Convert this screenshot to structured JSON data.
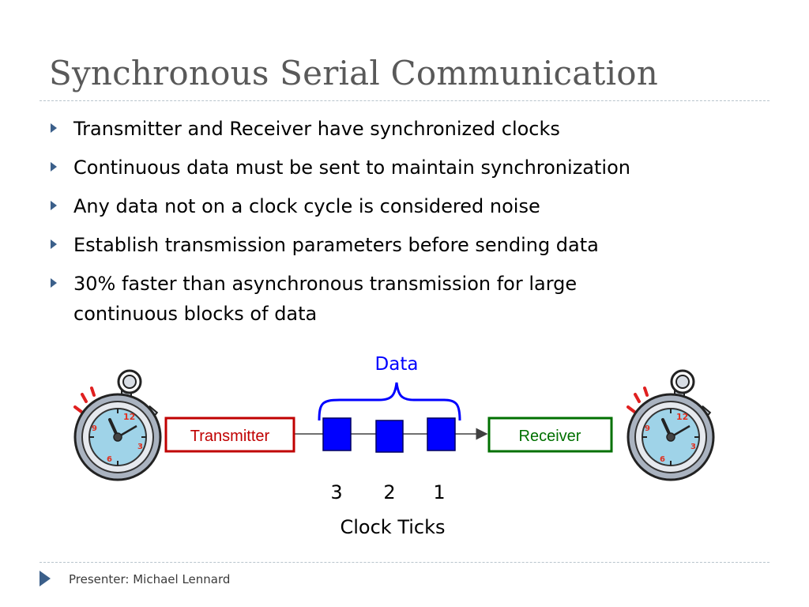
{
  "slide": {
    "title": "Synchronous Serial Communication",
    "bullets": [
      "Transmitter and Receiver have synchronized  clocks",
      "Continuous data must be sent to maintain synchronization",
      "Any data not on a clock cycle is considered noise",
      "Establish transmission parameters before sending data",
      "30% faster than asynchronous transmission for large continuous blocks of data"
    ],
    "footer": "Presenter: Michael Lennard"
  },
  "diagram": {
    "data_label": "Data",
    "transmitter_label": "Transmitter",
    "receiver_label": "Receiver",
    "clock_ticks": [
      "3",
      "2",
      "1"
    ],
    "clock_ticks_label": "Clock Ticks",
    "stopwatch_numbers": [
      "12",
      "3",
      "6",
      "9"
    ]
  },
  "colors": {
    "title": "#595959",
    "transmitter": "#c00000",
    "receiver": "#007000",
    "data_blue": "#0000ff",
    "bullet_marker": "#3b5f8a"
  }
}
